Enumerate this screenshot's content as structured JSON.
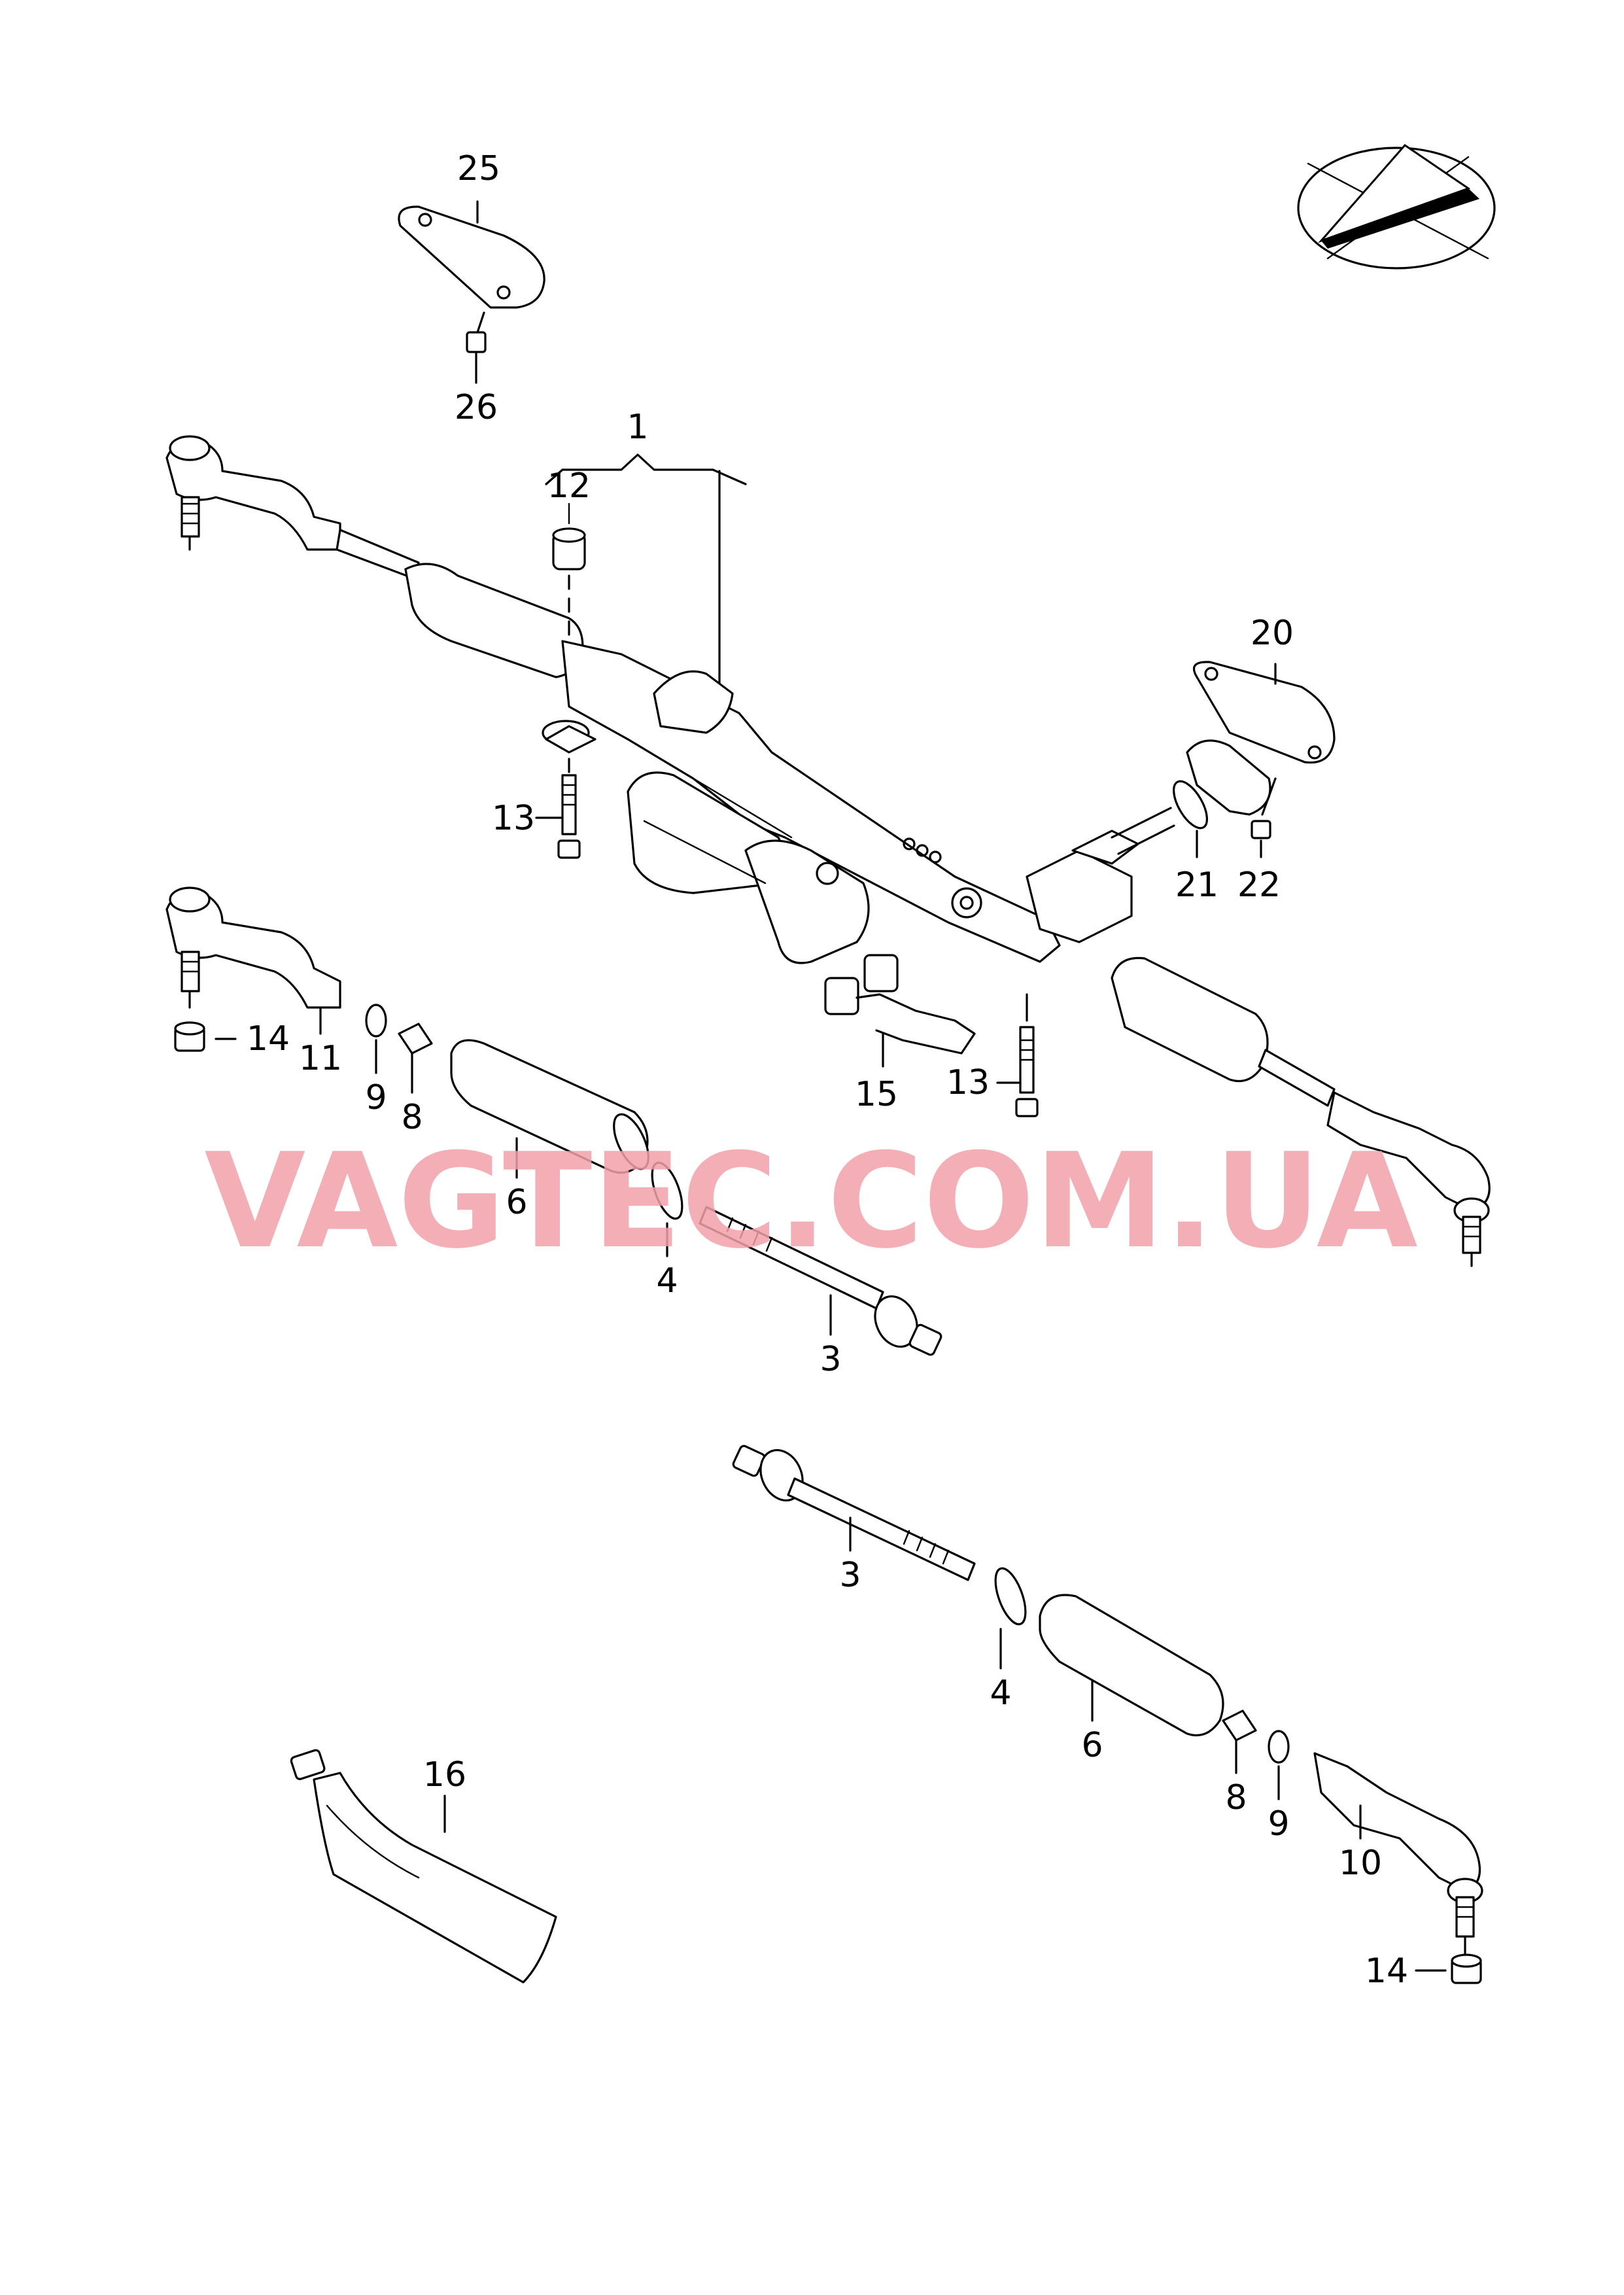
{
  "watermark": "VAGTEC.COM.UA",
  "accent_color": "#f2a0a8",
  "callouts": {
    "c1": "1",
    "c3a": "3",
    "c3b": "3",
    "c4a": "4",
    "c4b": "4",
    "c6a": "6",
    "c6b": "6",
    "c8a": "8",
    "c8b": "8",
    "c9a": "9",
    "c9b": "9",
    "c10": "10",
    "c11": "11",
    "c12": "12",
    "c13a": "13",
    "c13b": "13",
    "c14a": "14",
    "c14b": "14",
    "c15": "15",
    "c16": "16",
    "c20": "20",
    "c21": "21",
    "c22": "22",
    "c25": "25",
    "c26": "26"
  },
  "icons": {
    "orientation": "orientation-compass-icon"
  }
}
